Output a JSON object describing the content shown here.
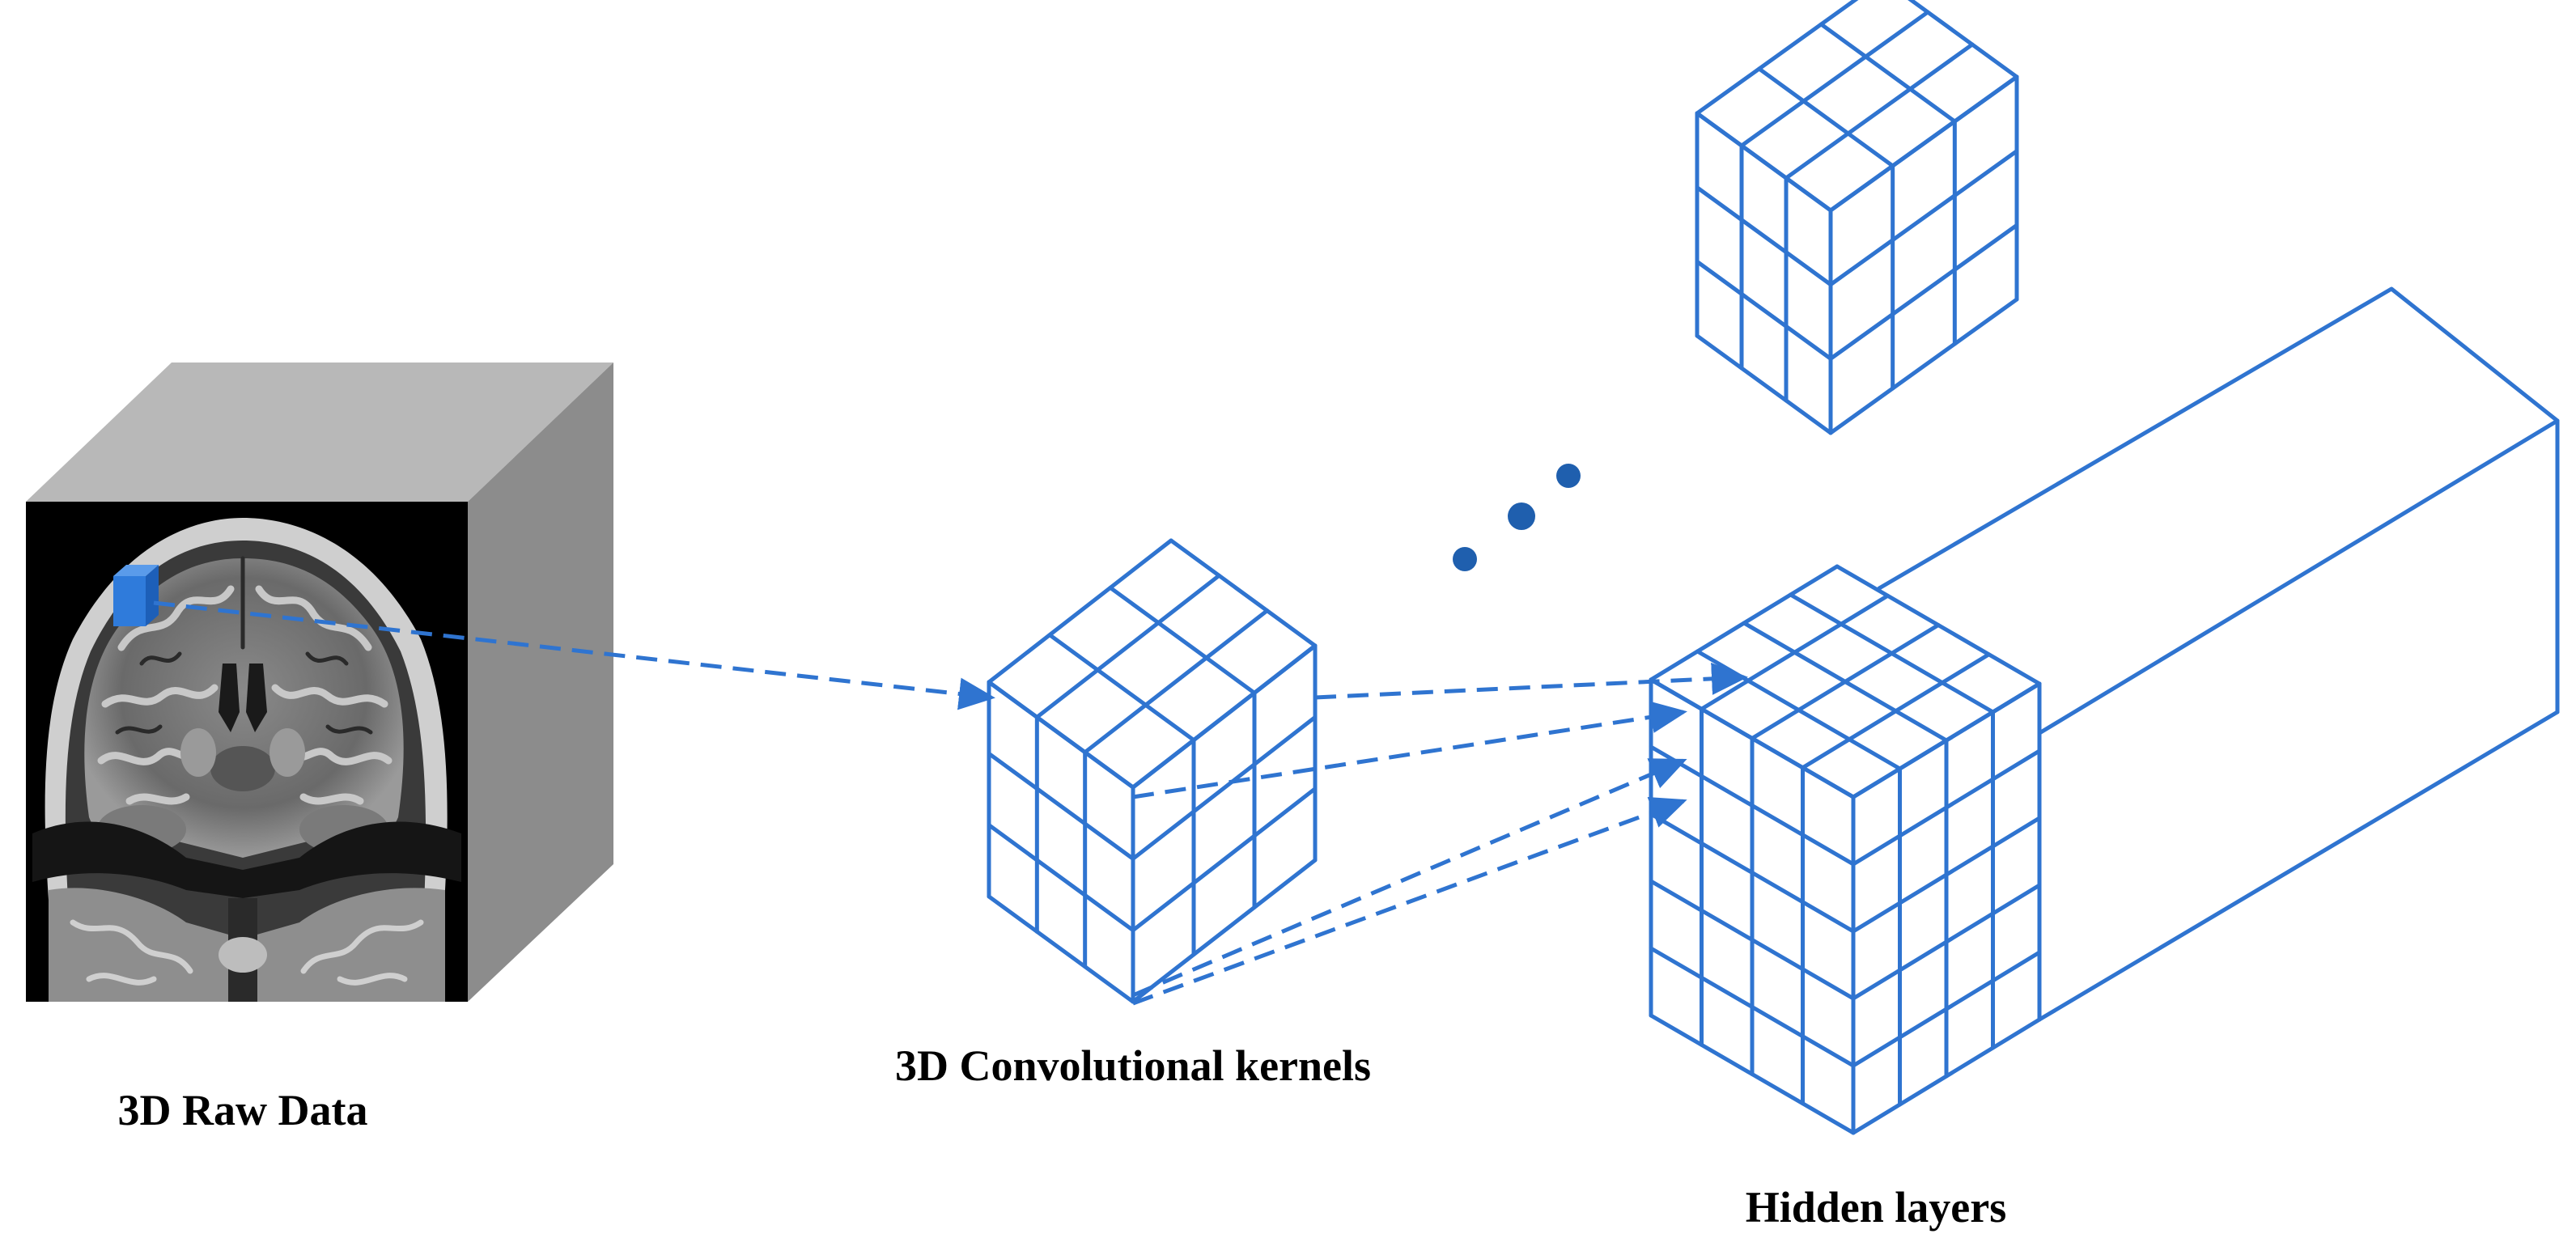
{
  "labels": {
    "raw_data": "3D Raw Data",
    "kernels": "3D Convolutional kernels",
    "hidden": "Hidden layers"
  },
  "colors": {
    "line": "#2F74D0",
    "dot": "#1F5FAE",
    "box_top": "#B8B8B8",
    "box_side": "#8C8C8C",
    "voxel_cube": "#2F7BDB"
  },
  "icons": {
    "brain_scan": "mri-coronal-slice-icon",
    "ellipsis": "three-dots-ellipsis-icon"
  }
}
